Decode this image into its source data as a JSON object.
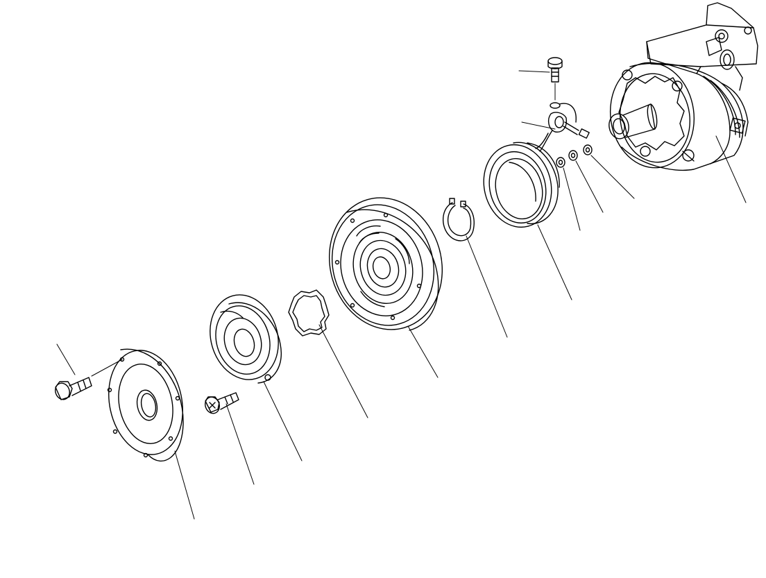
{
  "diagram": {
    "parts": [
      {
        "id": "compressor"
      },
      {
        "id": "coil-mounting-screw"
      },
      {
        "id": "lead-wire-clamp"
      },
      {
        "id": "washer-a"
      },
      {
        "id": "washer-b"
      },
      {
        "id": "washer-c"
      },
      {
        "id": "field-coil"
      },
      {
        "id": "snap-ring"
      },
      {
        "id": "pulley"
      },
      {
        "id": "shim"
      },
      {
        "id": "armature-plate"
      },
      {
        "id": "center-bolt"
      },
      {
        "id": "cover-bolt"
      },
      {
        "id": "front-cover"
      }
    ]
  },
  "colors": {
    "line": "#000000",
    "background": "#ffffff"
  }
}
